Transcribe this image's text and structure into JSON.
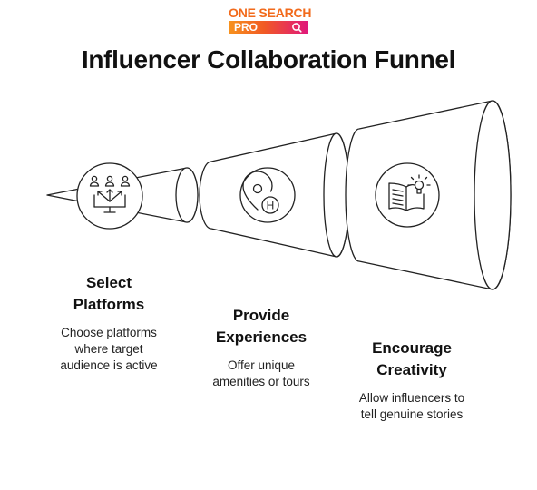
{
  "brand": {
    "line1": "ONE SEARCH",
    "line2": "PRO"
  },
  "title": "Influencer Collaboration Funnel",
  "steps": [
    {
      "heading": [
        "Select",
        "Platforms"
      ],
      "desc": [
        "Choose platforms",
        "where target",
        "audience is active"
      ],
      "icon": "people-network-icon"
    },
    {
      "heading": [
        "Provide",
        "Experiences"
      ],
      "desc": [
        "Offer unique",
        "amenities or tours"
      ],
      "icon": "location-hotel-icon"
    },
    {
      "heading": [
        "Encourage",
        "Creativity"
      ],
      "desc": [
        "Allow influencers to",
        "tell genuine stories"
      ],
      "icon": "book-lightbulb-icon"
    }
  ],
  "hotel_icon_letter": "H",
  "colors": {
    "stroke": "#222222",
    "brand_orange": "#f26a1b",
    "brand_pink": "#e0187b"
  }
}
